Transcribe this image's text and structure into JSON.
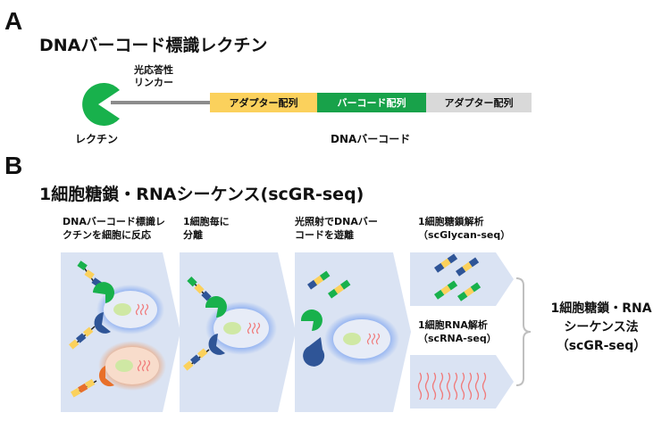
{
  "panelA": {
    "letter": "A",
    "title": "DNAバーコード標識レクチン",
    "linker_label": [
      "光応答性",
      "リンカー"
    ],
    "lectin_label": "レクチン",
    "segments": [
      "アダプター配列",
      "バーコード配列",
      "アダプター配列"
    ],
    "barcode_label": "DNAバーコード",
    "colors": {
      "lectin": "#18b14c",
      "linker": "#8c8c8c",
      "adapter1": "#fbd15c",
      "barcode": "#18a24a",
      "adapter2": "#d9d9d9"
    }
  },
  "panelB": {
    "letter": "B",
    "title": "1細胞糖鎖・RNAシーケンス(scGR-seq)",
    "stages": [
      {
        "lines": [
          "DNAバーコード標識レ",
          "クチンを細胞に反応"
        ]
      },
      {
        "lines": [
          "1細胞毎に",
          "分離"
        ]
      },
      {
        "lines": [
          "光照射でDNAバー",
          "コードを遊離"
        ]
      }
    ],
    "glycan_head": [
      "1細胞糖鎖解析",
      "（scGlycan-seq）"
    ],
    "rna_head": [
      "1細胞RNA解析",
      "（scRNA-seq）"
    ],
    "result": [
      "1細胞糖鎖・RNA",
      "シーケンス法",
      "（scGR-seq）"
    ],
    "colors": {
      "panel": "#dae3f3",
      "cell_glow": "#5b8def",
      "cell_glow2": "#f28c4a",
      "rna": "#f07a7a",
      "lectin_blue": "#2f5597",
      "lectin_green": "#18b14c",
      "lectin_orange": "#e8702a"
    }
  }
}
